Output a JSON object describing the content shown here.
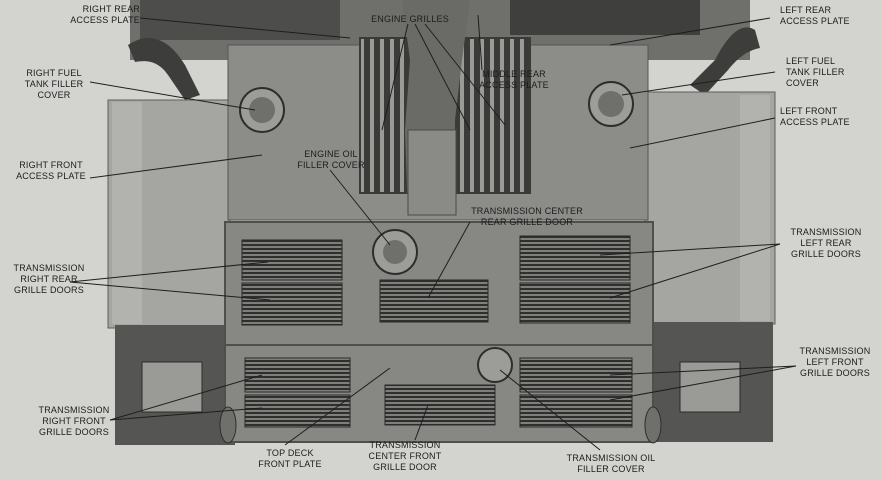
{
  "labels": {
    "right_rear_access_plate": "RIGHT REAR\nACCESS PLATE",
    "engine_grilles": "ENGINE GRILLES",
    "left_rear_access_plate": "LEFT REAR\nACCESS PLATE",
    "right_fuel_tank_filler_cover": "RIGHT FUEL\nTANK FILLER\nCOVER",
    "middle_rear_access_plate": "MIDDLE REAR\nACCESS PLATE",
    "left_fuel_tank_filler_cover": "LEFT FUEL\nTANK FILLER\nCOVER",
    "left_front_access_plate": "LEFT FRONT\nACCESS PLATE",
    "engine_oil_filler_cover": "ENGINE OIL\nFILLER COVER",
    "right_front_access_plate": "RIGHT FRONT\nACCESS PLATE",
    "transmission_center_rear_grille_door": "TRANSMISSION CENTER\nREAR GRILLE DOOR",
    "transmission_left_rear_grille_doors": "TRANSMISSION\nLEFT REAR\nGRILLE DOORS",
    "transmission_right_rear_grille_doors": "TRANSMISSION\nRIGHT REAR\nGRILLE DOORS",
    "transmission_left_front_grille_doors": "TRANSMISSION\nLEFT FRONT\nGRILLE DOORS",
    "transmission_right_front_grille_doors": "TRANSMISSION\nRIGHT FRONT\nGRILLE DOORS",
    "top_deck_front_plate": "TOP DECK\nFRONT PLATE",
    "transmission_center_front_grille_door": "TRANSMISSION\nCENTER FRONT\nGRILLE DOOR",
    "transmission_oil_filler_cover": "TRANSMISSION OIL\nFILLER COVER"
  },
  "colors": {
    "background": "#d3d3d0",
    "hull": "#8f908c",
    "hull_dark": "#5c5d5a",
    "fender": "#a3a4a0",
    "grille_slat": "#2b2b2a",
    "leader_line": "#1e1e1e"
  }
}
